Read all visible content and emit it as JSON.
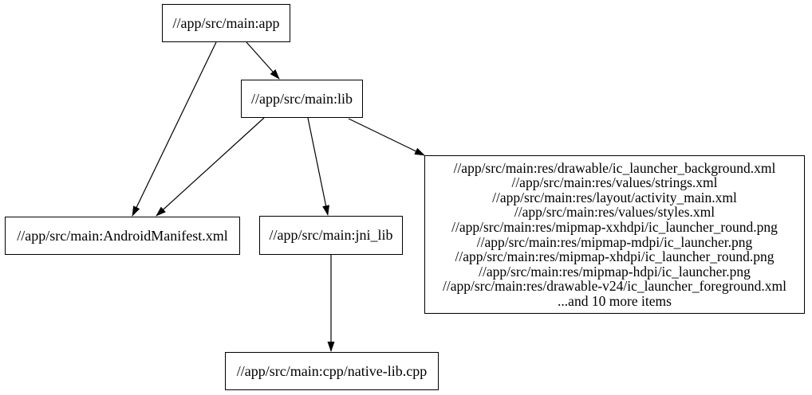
{
  "graph": {
    "title": "bazel-dependency-graph",
    "colors": {
      "background": "#ffffff",
      "node_border": "#000000",
      "node_fill": "#ffffff",
      "edge": "#000000",
      "text": "#000000"
    },
    "nodes": {
      "app": {
        "label": "//app/src/main:app"
      },
      "lib": {
        "label": "//app/src/main:lib"
      },
      "android_manifest": {
        "label": "//app/src/main:AndroidManifest.xml"
      },
      "jni_lib": {
        "label": "//app/src/main:jni_lib"
      },
      "resources": {
        "lines": [
          "//app/src/main:res/drawable/ic_launcher_background.xml",
          "//app/src/main:res/values/strings.xml",
          "//app/src/main:res/layout/activity_main.xml",
          "//app/src/main:res/values/styles.xml",
          "//app/src/main:res/mipmap-xxhdpi/ic_launcher_round.png",
          "//app/src/main:res/mipmap-mdpi/ic_launcher.png",
          "//app/src/main:res/mipmap-xhdpi/ic_launcher_round.png",
          "//app/src/main:res/mipmap-hdpi/ic_launcher.png",
          "//app/src/main:res/drawable-v24/ic_launcher_foreground.xml",
          "...and 10 more items"
        ]
      },
      "native_lib": {
        "label": "//app/src/main:cpp/native-lib.cpp"
      }
    },
    "edges": [
      {
        "from": "app",
        "to": "lib"
      },
      {
        "from": "app",
        "to": "android_manifest"
      },
      {
        "from": "lib",
        "to": "android_manifest"
      },
      {
        "from": "lib",
        "to": "jni_lib"
      },
      {
        "from": "lib",
        "to": "resources"
      },
      {
        "from": "jni_lib",
        "to": "native_lib"
      }
    ]
  }
}
